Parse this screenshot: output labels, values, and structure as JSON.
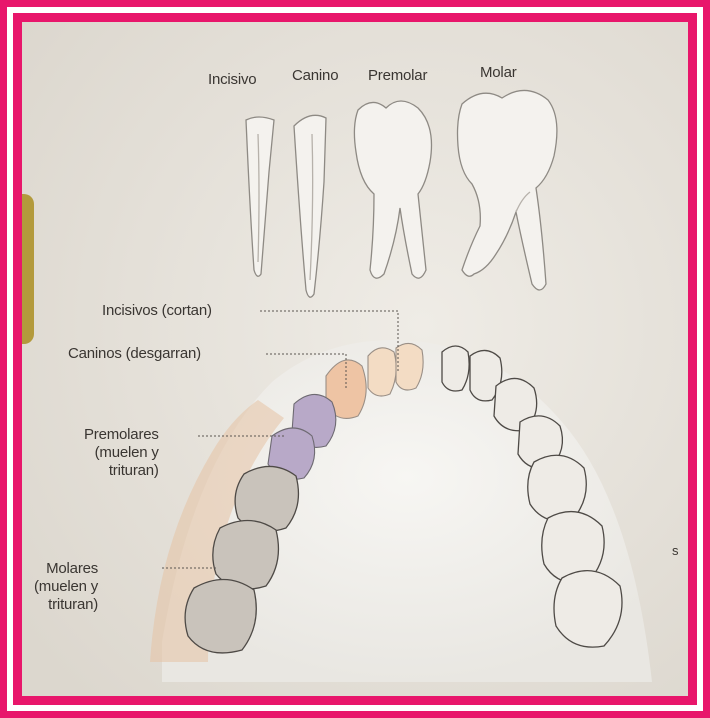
{
  "tooth_types": {
    "incisivo": "Incisivo",
    "canino": "Canino",
    "premolar": "Premolar",
    "molar": "Molar"
  },
  "arch_labels": {
    "incisivos": "Incisivos (cortan)",
    "caninos": "Caninos (desgarran)",
    "premolares": "Premolares\n(muelen y\ntrituran)",
    "molares": "Molares\n(muelen y\ntrituran)"
  },
  "margin_letter": "s",
  "colors": {
    "frame": "#e8166b",
    "paper": "#e9e6e0",
    "incisor_tint": "#f3dcc4",
    "canine_tint": "#eec4a4",
    "premolar_tint": "#b8a9c8",
    "molar_tint": "#e6c3a4",
    "tab": "#b39a3c"
  }
}
